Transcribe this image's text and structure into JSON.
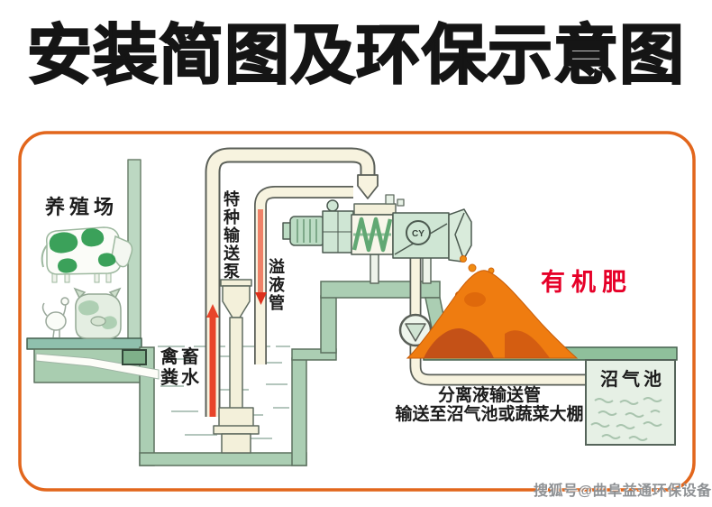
{
  "title": "安装简图及环保示意图",
  "watermark": "搜狐号@曲阜益通环保设备",
  "labels": {
    "farm": "养殖场",
    "pump": "特种输送泵",
    "overflow_pipe": "溢液管",
    "manure_line1": "禽畜",
    "manure_line2": "粪水",
    "organic_fertilizer": "有机肥",
    "biogas_pool": "沼气池",
    "caption_line1": "分离液输送管",
    "caption_line2": "输送至沼气池或蔬菜大棚",
    "machine_badge": "CY"
  },
  "colors": {
    "frame_orange": "#e2661c",
    "wall_green": "#abceb3",
    "slab_green": "#8fc09b",
    "machine_green": "#cfe6d4",
    "pipe_cream": "#f7f3df",
    "fertilizer_orange": "#ef7c10",
    "label_red": "#e60028",
    "pipe_liquid_red": "#e8442a",
    "cow_patch_green": "#27984a"
  }
}
